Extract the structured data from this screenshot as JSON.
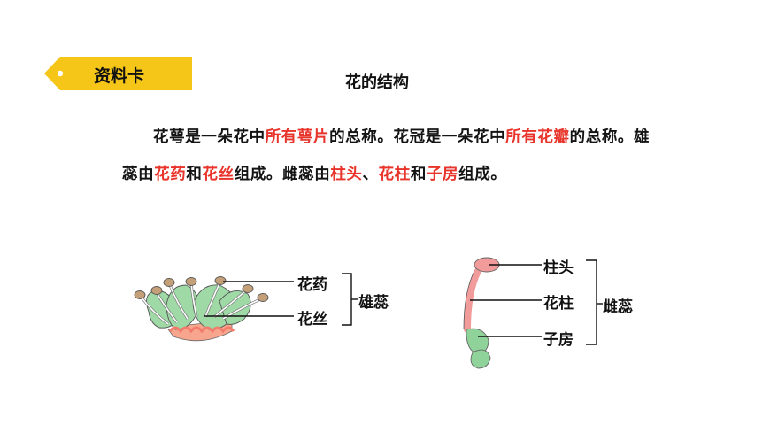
{
  "tag": {
    "label": "资料卡"
  },
  "title": "花的结构",
  "paragraph": [
    {
      "text": "花萼是一朵花中",
      "highlight": false
    },
    {
      "text": "所有萼片",
      "highlight": true
    },
    {
      "text": "的总称。花冠是一朵花中",
      "highlight": false
    },
    {
      "text": "所有花瓣",
      "highlight": true
    },
    {
      "text": "的总称。雄蕊由",
      "highlight": false
    },
    {
      "text": "花药",
      "highlight": true
    },
    {
      "text": "和",
      "highlight": false
    },
    {
      "text": "花丝",
      "highlight": true
    },
    {
      "text": "组成。雌蕊由",
      "highlight": false
    },
    {
      "text": "柱头",
      "highlight": true
    },
    {
      "text": "、",
      "highlight": false
    },
    {
      "text": "花柱",
      "highlight": true
    },
    {
      "text": "和",
      "highlight": false
    },
    {
      "text": "子房",
      "highlight": true
    },
    {
      "text": "组成。",
      "highlight": false
    }
  ],
  "stamen": {
    "group": "雄蕊",
    "parts": [
      "花药",
      "花丝"
    ]
  },
  "pistil": {
    "group": "雌蕊",
    "parts": [
      "柱头",
      "花柱",
      "子房"
    ]
  },
  "colors": {
    "tag": "#f5c518",
    "highlight": "#e8342b",
    "petal": "#9ed9a6",
    "receptacle": "#f7a58c",
    "anther": "#c4a078",
    "stigma": "#f29b9b",
    "ovary": "#8fd39a"
  }
}
